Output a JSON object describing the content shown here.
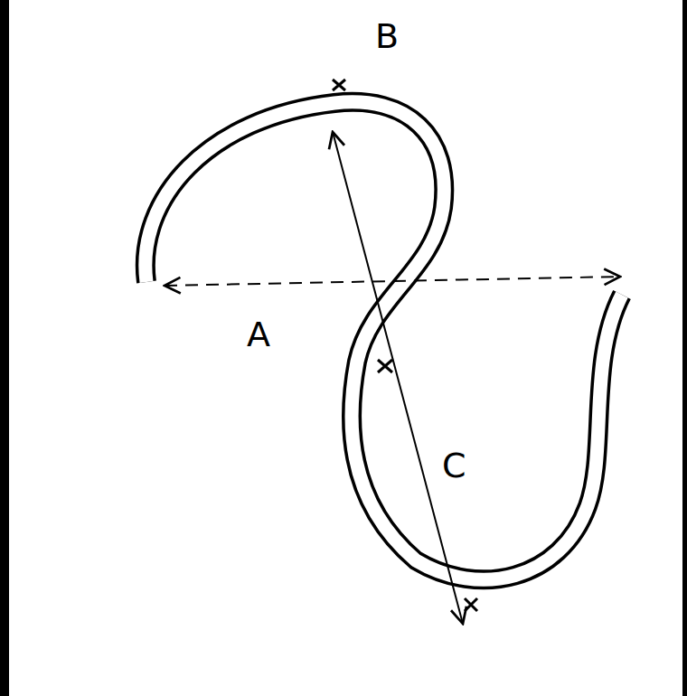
{
  "diagram": {
    "labels": [
      "B",
      "A",
      "C"
    ]
  }
}
